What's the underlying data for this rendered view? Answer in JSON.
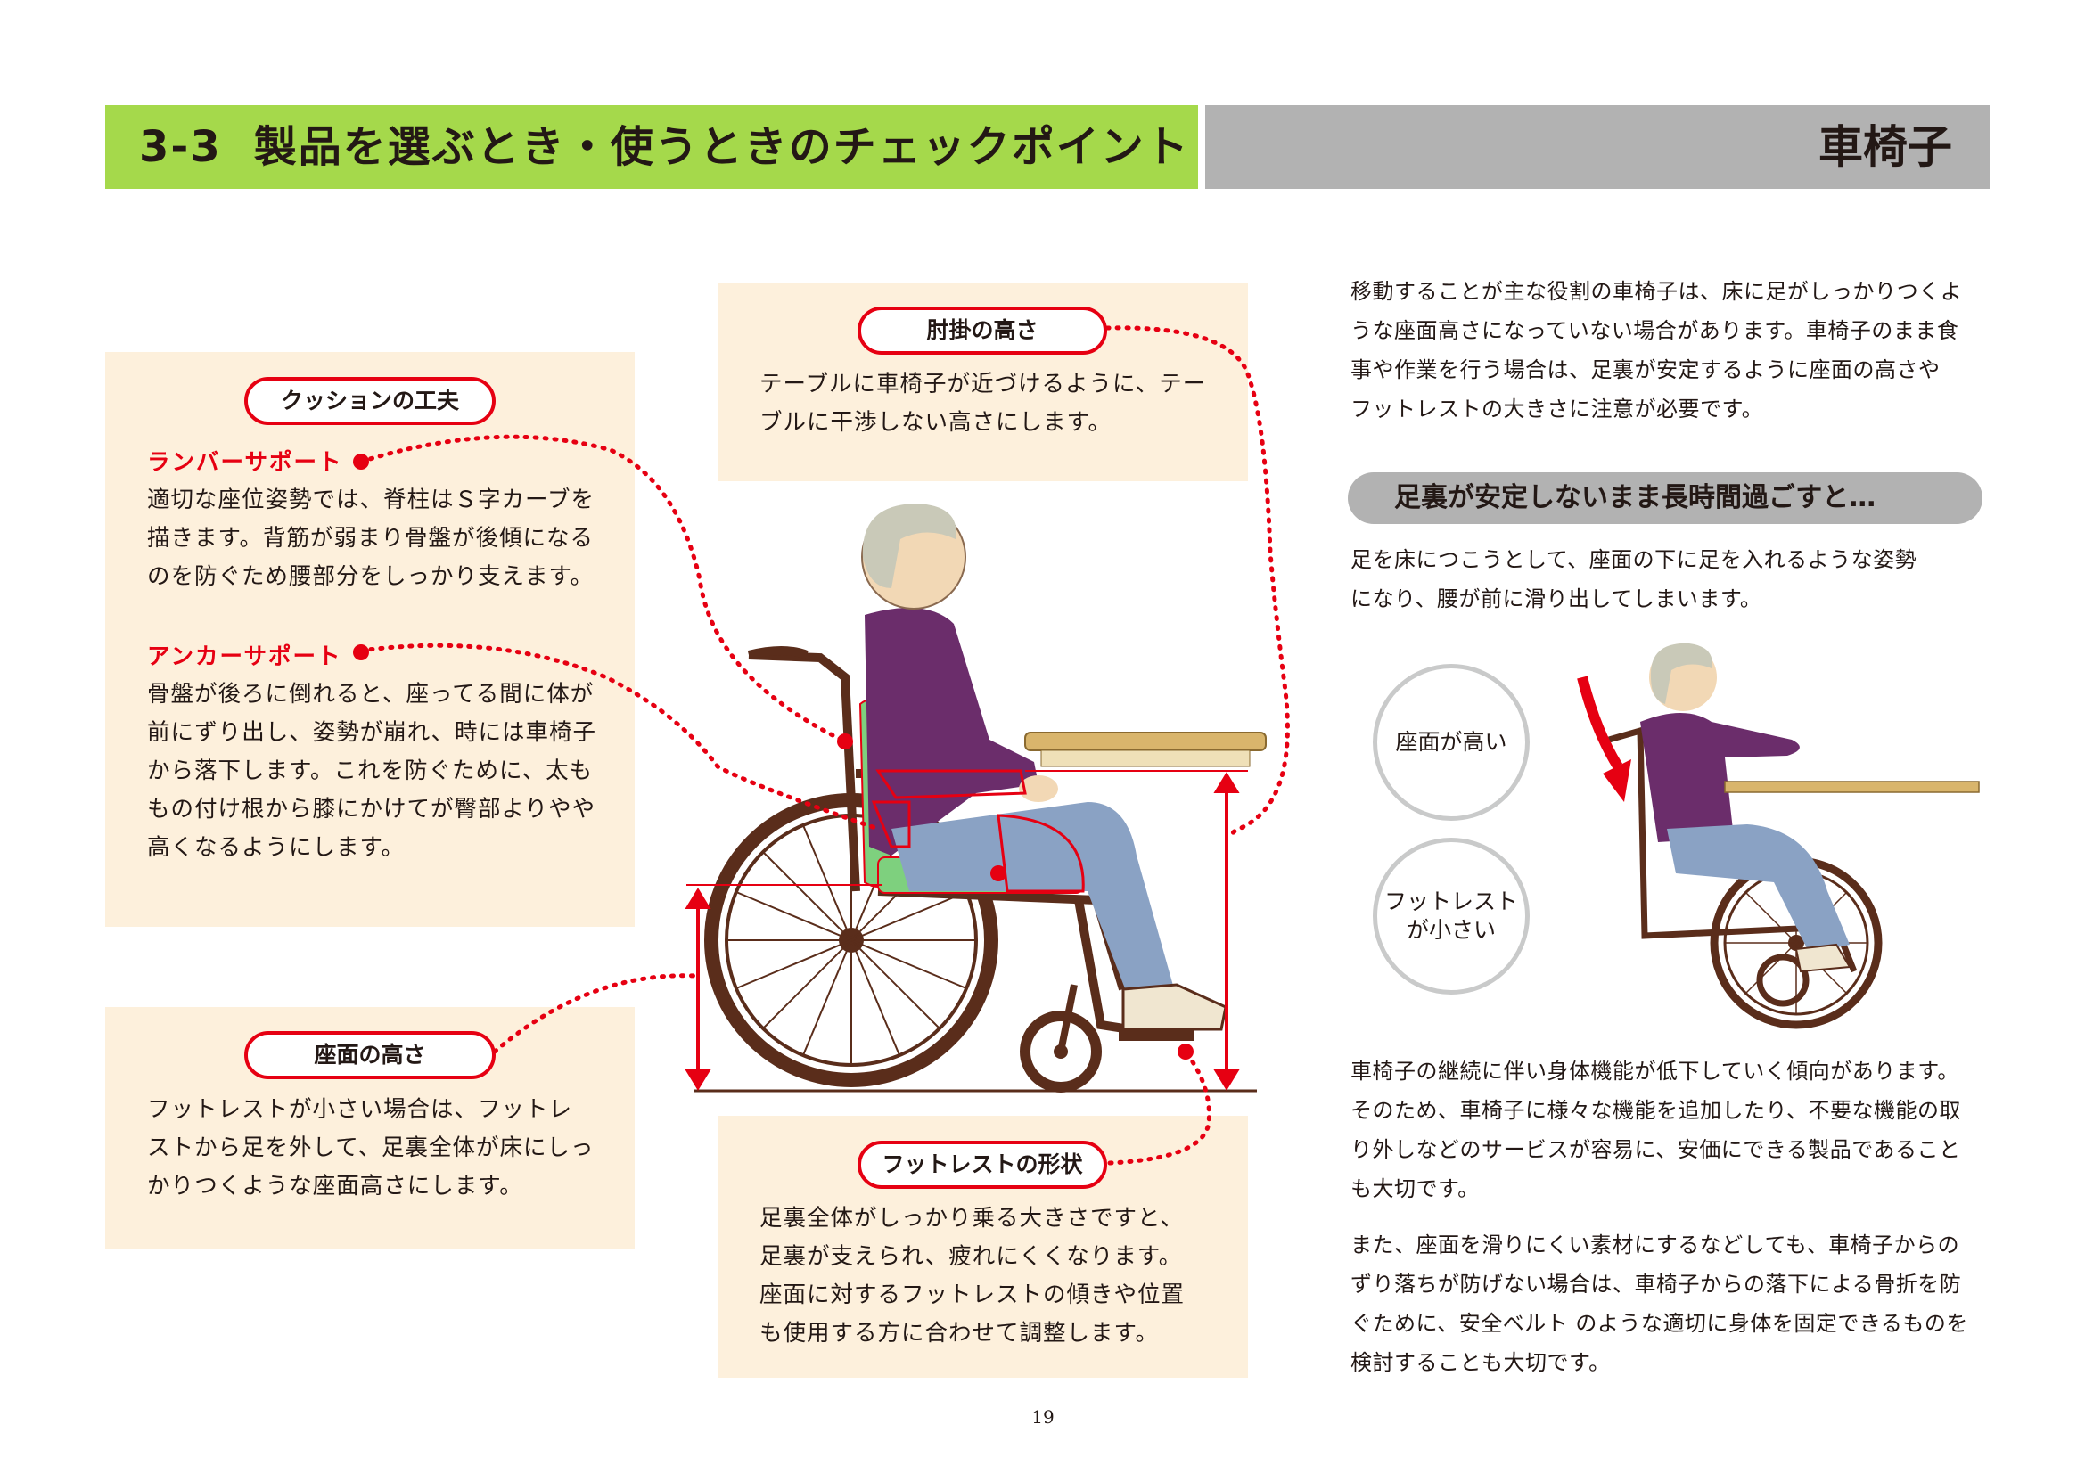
{
  "header": {
    "section_number": "3-3",
    "section_title": "製品を選ぶとき・使うときのチェックポイント",
    "category": "車椅子"
  },
  "cushion": {
    "pill": "クッションの工夫",
    "lumbar_title": "ランバーサポート",
    "lumbar_lines": [
      "適切な座位姿勢では、脊柱はＳ字カーブを",
      "描きます。背筋が弱まり骨盤が後傾になる",
      "のを防ぐため腰部分をしっかり支えます。"
    ],
    "anchor_title": "アンカーサポート",
    "anchor_lines": [
      "骨盤が後ろに倒れると、座ってる間に体が",
      "前にずり出し、姿勢が崩れ、時には車椅子",
      "から落下します。これを防ぐために、太も",
      "もの付け根から膝にかけてが臀部よりやや",
      "高くなるようにします。"
    ]
  },
  "armrest": {
    "pill": "肘掛の高さ",
    "lines": [
      "テーブルに車椅子が近づけるように、テー",
      "ブルに干渉しない高さにします。"
    ]
  },
  "seat_height": {
    "pill": "座面の高さ",
    "lines": [
      "フットレストが小さい場合は、フットレ",
      "ストから足を外して、足裏全体が床にしっ",
      "かりつくような座面高さにします。"
    ]
  },
  "footrest": {
    "pill": "フットレストの形状",
    "lines": [
      "足裏全体がしっかり乗る大きさですと、",
      "足裏が支えられ、疲れにくくなります。",
      "座面に対するフットレストの傾きや位置",
      "も使用する方に合わせて調整します。"
    ]
  },
  "intro_lines": [
    "移動することが主な役割の車椅子は、床に足がしっかりつくよ",
    "うな座面高さになっていない場合があります。車椅子のまま食",
    "事や作業を行う場合は、足裏が安定するように座面の高さや",
    "フットレストの大きさに注意が必要です。"
  ],
  "warning_heading": "足裏が安定しないまま長時間過ごすと…",
  "warning_lines": [
    "足を床につこうとして、座面の下に足を入れるような姿勢",
    "になり、腰が前に滑り出してしまいます。"
  ],
  "circles": {
    "high_seat": "座面が高い",
    "small_footrest_1": "フットレスト",
    "small_footrest_2": "が小さい"
  },
  "closing_para1": [
    "車椅子の継続に伴い身体機能が低下していく傾向があります。",
    "そのため、車椅子に様々な機能を追加したり、不要な機能の取",
    "り外しなどのサービスが容易に、安価にできる製品であること",
    "も大切です。"
  ],
  "closing_para2": [
    "また、座面を滑りにくい素材にするなどしても、車椅子からの",
    "ずり落ちが防げない場合は、車椅子からの落下による骨折を防",
    "ぐために、安全ベルト のような適切に身体を固定できるものを",
    "検討することも大切です。"
  ],
  "page_number": "19",
  "colors": {
    "header_green": "#a5d94b",
    "header_gray": "#b2b2b2",
    "panel_beige": "#fdf0dc",
    "accent_red": "#e60012",
    "wheelchair_brown": "#5a2d1b",
    "jacket_purple": "#6b2d6b",
    "trousers_blue": "#8aa2c4",
    "cushion_green": "#7ed07e",
    "table_tan": "#d9b56c"
  }
}
